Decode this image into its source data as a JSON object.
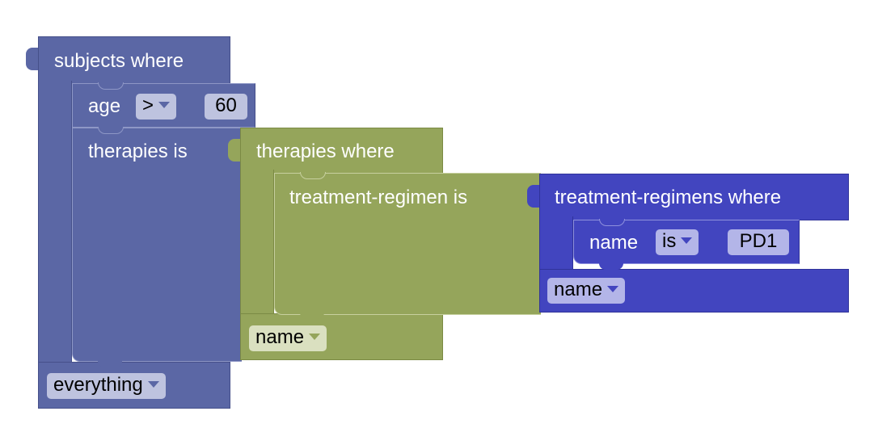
{
  "subjects_block": {
    "title": "subjects where",
    "age_label": "age",
    "age_operator": ">",
    "age_value": "60",
    "therapies_label": "therapies is",
    "return_field": "everything"
  },
  "therapies_block": {
    "title": "therapies where",
    "regimen_label": "treatment-regimen is",
    "return_field": "name"
  },
  "regimens_block": {
    "title": "treatment-regimens where",
    "name_label": "name",
    "name_operator": "is",
    "name_value": "PD1",
    "return_field": "name"
  },
  "colors": {
    "subjects": "#5b67a5",
    "therapies": "#95a55b",
    "regimens": "#4245bf"
  }
}
